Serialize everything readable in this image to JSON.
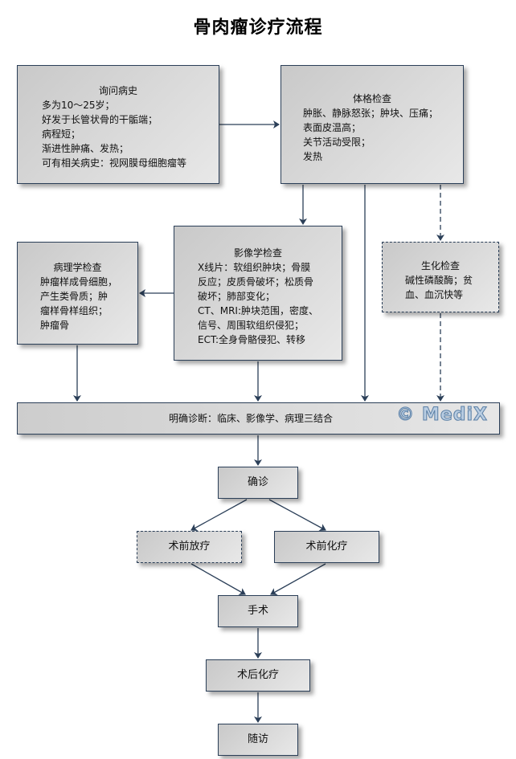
{
  "title": "骨肉瘤诊疗流程",
  "colors": {
    "border": "#2b3f58",
    "line": "#2b3f58",
    "box_fill_start": "#c9c9c9",
    "box_fill_end": "#e8e8e8"
  },
  "nodes": {
    "history": {
      "heading": "询问病史",
      "lines": [
        "多为10～25岁；",
        "好发于长管状骨的干骺端；",
        "病程短；",
        "渐进性肿痛、发热；",
        "可有相关病史：视网膜母细胞瘤等"
      ]
    },
    "physical": {
      "heading": "体格检查",
      "lines": [
        "肿胀、静脉怒张；肿块、压痛；",
        "表面皮温高；",
        "关节活动受限；",
        "发热"
      ]
    },
    "pathology": {
      "heading": "病理学检查",
      "lines": [
        "肿瘤样成骨细胞，",
        "产生类骨质；肿",
        "瘤样骨样组织；",
        "肿瘤骨"
      ]
    },
    "imaging": {
      "heading": "影像学检查",
      "lines": [
        "X线片：软组织肿块；骨膜",
        "反应；皮质骨破坏；松质骨",
        "破坏；肺部变化；",
        "CT、MRI:肿块范围，密度、",
        "信号、周围软组织侵犯；",
        "ECT:全身骨骼侵犯、转移"
      ]
    },
    "biochem": {
      "heading": "生化检查",
      "lines": [
        "碱性磷酸酶；贫",
        "血、血沉快等"
      ]
    },
    "diagnosis_bar": {
      "label": "明确诊断：临床、影像学、病理三结合",
      "watermark": "© MediX"
    },
    "confirm": {
      "label": "确诊"
    },
    "preop_radio": {
      "label": "术前放疗"
    },
    "preop_chemo": {
      "label": "术前化疗"
    },
    "surgery": {
      "label": "手术"
    },
    "postop_chemo": {
      "label": "术后化疗"
    },
    "followup": {
      "label": "随访"
    }
  }
}
